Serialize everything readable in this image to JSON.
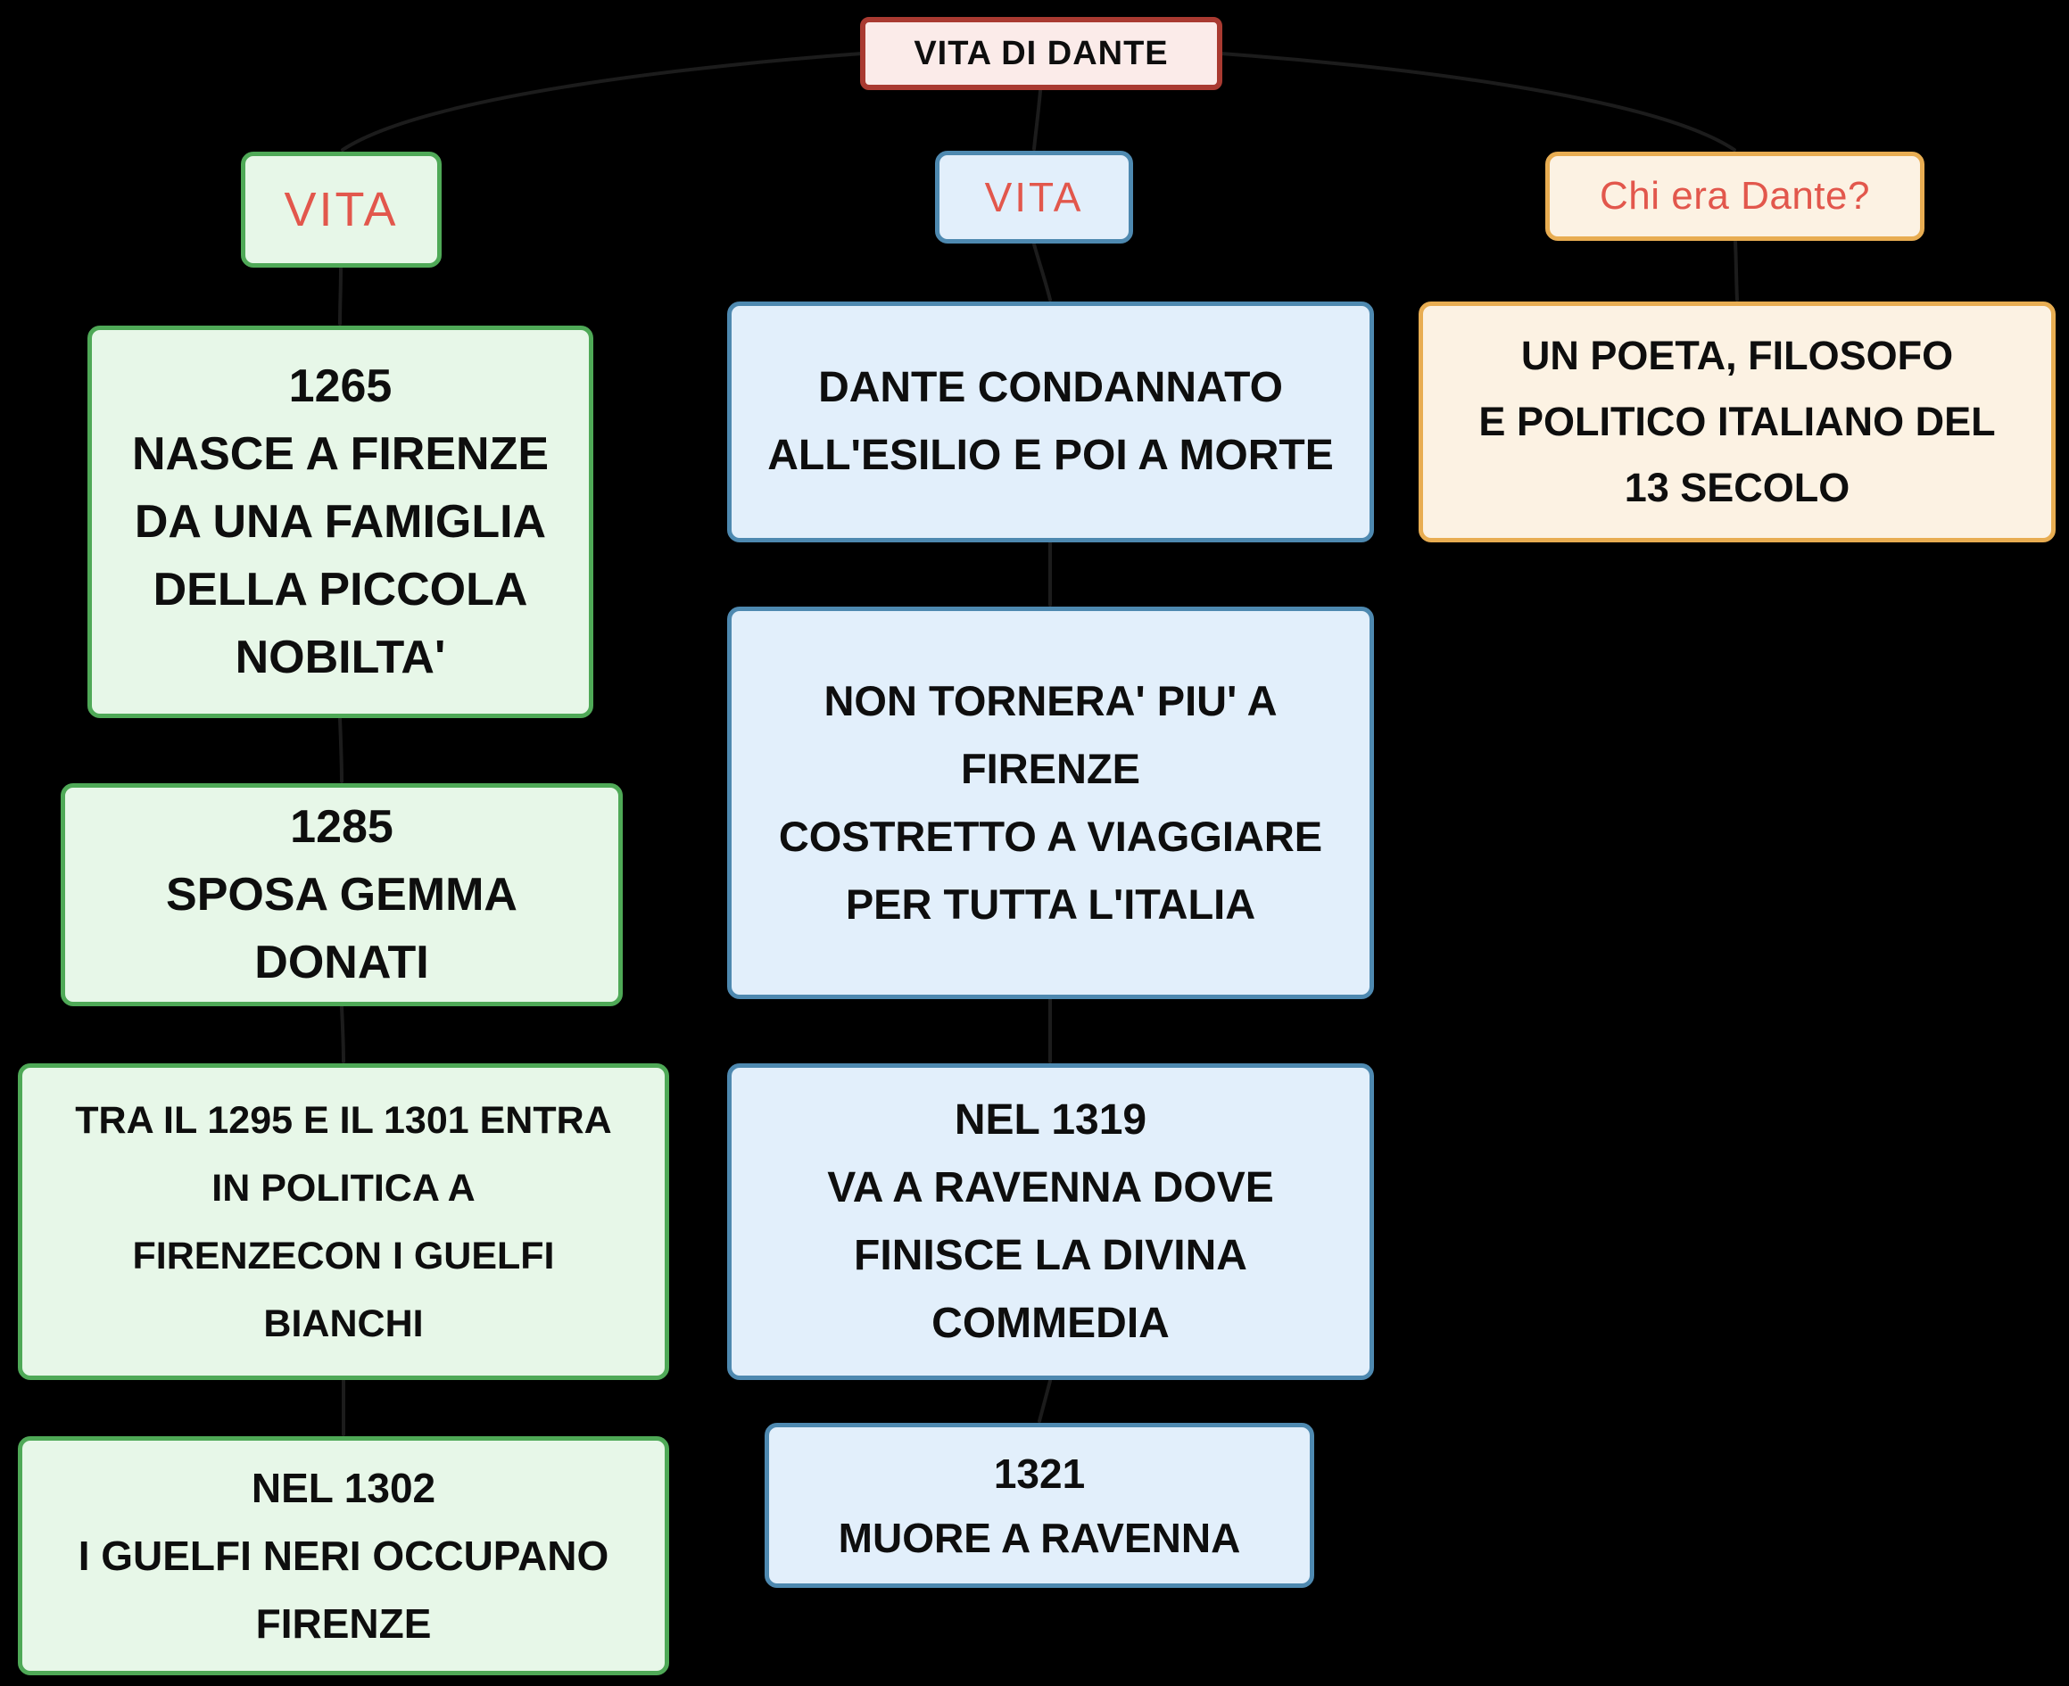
{
  "diagram": {
    "title": "VITA DI DANTE",
    "colors": {
      "background": "#000000",
      "title_bg": "#fbebe9",
      "title_border": "#a93a31",
      "green_bg": "#e7f7e8",
      "green_border": "#4fa957",
      "blue_bg": "#e2effb",
      "blue_border": "#4e89b0",
      "orange_bg": "#fcf2e3",
      "orange_border": "#e8ad52",
      "header_text": "#e2574c",
      "body_text": "#0e0e0e",
      "connector": "#1c1c1c"
    },
    "columns": {
      "left": {
        "header": "VITA",
        "boxes": [
          {
            "lines": [
              "1265",
              "NASCE A FIRENZE",
              "DA UNA FAMIGLIA",
              "DELLA PICCOLA",
              "NOBILTA'"
            ]
          },
          {
            "lines": [
              "1285",
              "SPOSA GEMMA",
              "DONATI"
            ]
          },
          {
            "lines": [
              "TRA IL 1295 E IL 1301 ENTRA",
              "IN POLITICA A",
              "FIRENZECON I GUELFI",
              "BIANCHI"
            ]
          },
          {
            "lines": [
              "NEL 1302",
              "I GUELFI NERI OCCUPANO",
              "FIRENZE"
            ]
          }
        ]
      },
      "middle": {
        "header": "VITA",
        "boxes": [
          {
            "lines": [
              "DANTE CONDANNATO",
              "ALL'ESILIO E POI A MORTE"
            ]
          },
          {
            "lines": [
              "NON TORNERA' PIU' A",
              "FIRENZE",
              "COSTRETTO A VIAGGIARE",
              "PER TUTTA L'ITALIA"
            ]
          },
          {
            "lines": [
              "NEL 1319",
              "VA A RAVENNA DOVE",
              "FINISCE LA DIVINA",
              "COMMEDIA"
            ]
          },
          {
            "lines": [
              "1321",
              "MUORE A RAVENNA"
            ]
          }
        ]
      },
      "right": {
        "header": "Chi era Dante?",
        "boxes": [
          {
            "lines": [
              "UN POETA, FILOSOFO",
              "E POLITICO ITALIANO DEL",
              "13 SECOLO"
            ]
          }
        ]
      }
    }
  }
}
